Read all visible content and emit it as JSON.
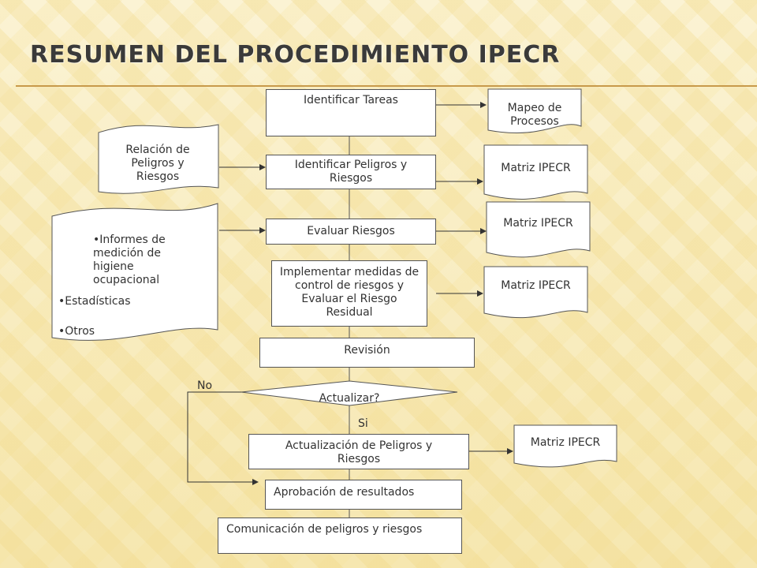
{
  "title": "RESUMEN DEL PROCEDIMIENTO IPECR",
  "steps": {
    "identificar_tareas": "Identificar Tareas",
    "identificar_peligros": "Identificar Peligros y Riesgos",
    "evaluar": "Evaluar  Riesgos",
    "implementar": "Implementar medidas de control de riesgos y Evaluar el Riesgo Residual",
    "revision": "Revisión",
    "decision": "Actualizar?",
    "actualizacion": "Actualización de Peligros y Riesgos",
    "aprobacion": "Aprobación de resultados",
    "comunicacion": "Comunicación de peligros y riesgos"
  },
  "documents": {
    "mapeo": "Mapeo de Procesos",
    "matriz": "Matriz IPECR",
    "relacion": "Relación de Peligros y Riesgos",
    "informes": "Informes de medición de higiene ocupacional",
    "estadisticas": "Estadísticas",
    "otros": "Otros"
  },
  "labels": {
    "no": "No",
    "si": "Si"
  },
  "bullet": "•"
}
